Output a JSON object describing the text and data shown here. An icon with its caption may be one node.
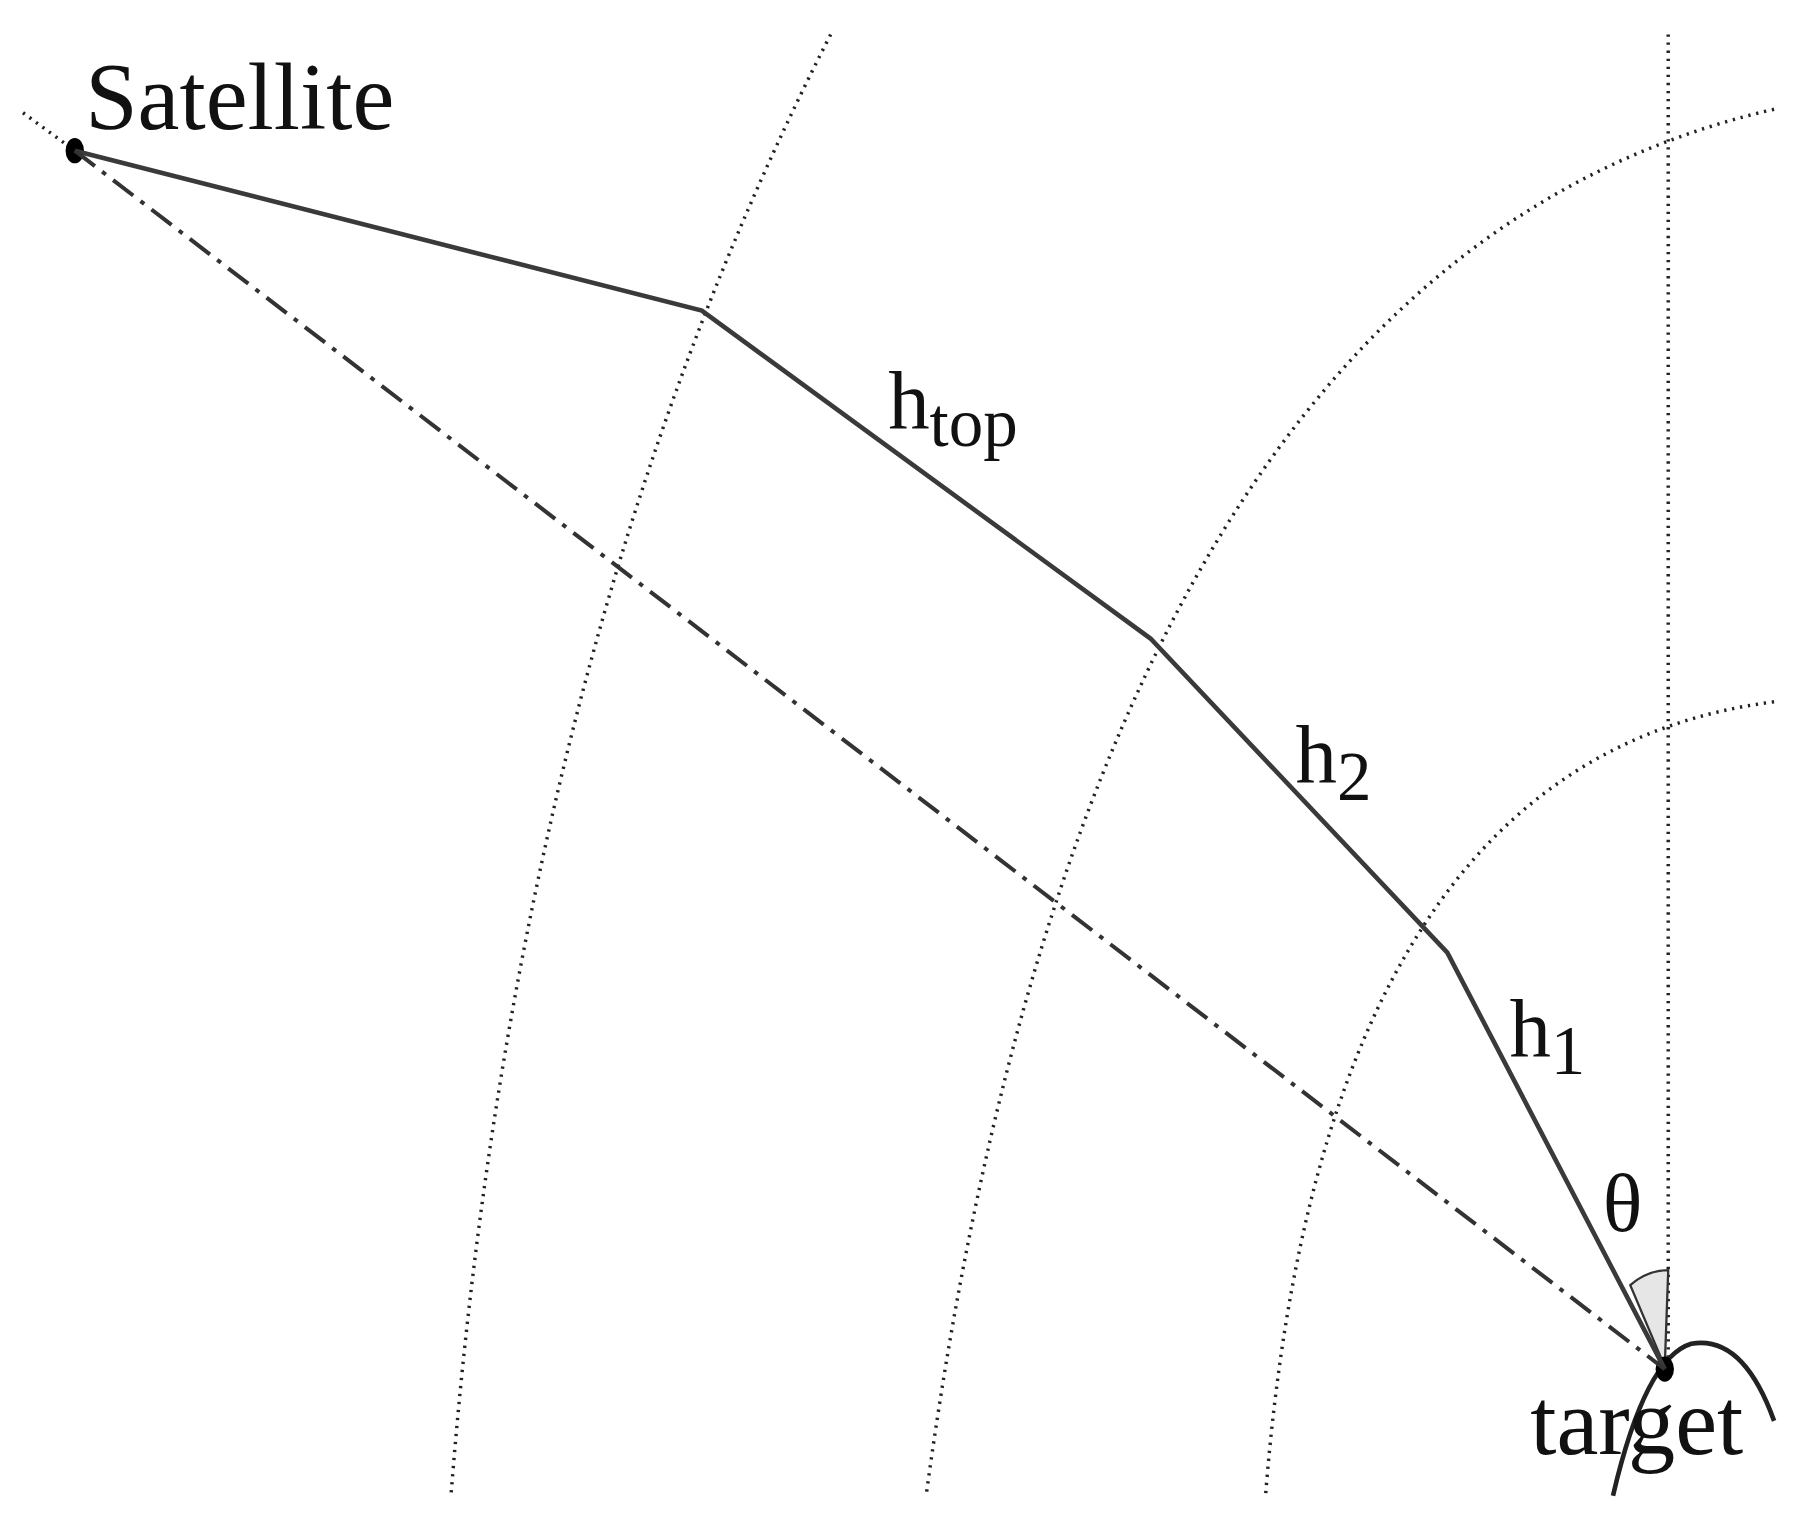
{
  "diagram": {
    "nodes": [
      {
        "text": [
          "Satellite"
        ]
      },
      {
        "text": [
          "target"
        ]
      }
    ],
    "edges": [
      {
        "from": 0,
        "to": 1,
        "arrow": "none"
      },
      {
        "from": 0,
        "to": 1,
        "arrow": "none",
        "style": "dashed"
      }
    ],
    "labels": [
      "h$_{top}$",
      "h$_{2}$",
      "h$_{1}$",
      "θ"
    ]
  }
}
